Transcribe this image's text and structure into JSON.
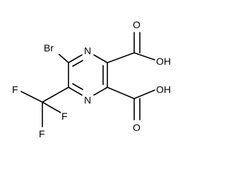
{
  "molecule": {
    "atoms": {
      "br": "Br",
      "n_top": "N",
      "n_bottom": "N",
      "o_top_carbonyl": "O",
      "oh_top": "OH",
      "o_bottom_carbonyl": "O",
      "oh_bottom": "OH",
      "f_left": "F",
      "f_bottom": "F",
      "f_middle": "F"
    }
  }
}
